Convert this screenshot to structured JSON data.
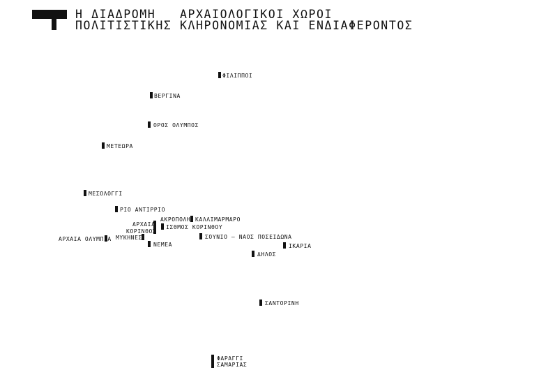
{
  "header": {
    "title_line_1": "Η ΔΙΑΔΡΟΜΗ   ΑΡΧΑΙΟΛΟΓΙΚΟΙ ΧΩΡΟΙ",
    "title_line_2": "ΠΟΛΙΤΙΣΤΙΚΗΣ ΚΛΗΡΟΝΟΜΙΑΣ ΚΑΙ ΕΝΔΙΑΦΕΡΟΝΤΟΣ"
  },
  "colors": {
    "marker": "#111111",
    "text": "#111111",
    "background": "#ffffff"
  },
  "sites": {
    "filippoi": "ΦΙΛΙΠΠΟΙ",
    "vergina": "ΒΕΡΓΙΝΑ",
    "oros_olympos": "ΟΡΟΣ ΟΛΥΜΠΟΣ",
    "meteora": "ΜΕΤΕΩΡΑ",
    "mesolongi": "ΜΕΣΟΛΟΓΓΙ",
    "rio_antirrio": "ΡΙΟ ΑΝΤΙΡΡΙΟ",
    "akropoli": "ΑΚΡΟΠΟΛΗ",
    "kallimarmaro": "ΚΑΛΛΙΜΑΡΜΑΡΟ",
    "archaia_korinthos_line_1": "ΑΡΧΑΙΑ",
    "archaia_korinthos_line_2": "ΚΟΡΙΝΘΟΣ",
    "isthmos_korinthou": "ΙΣΘΜΟΣ ΚΟΡΙΝΘΟΥ",
    "mykines": "ΜΥΚΗΝΕΣ",
    "archaia_olympia": "ΑΡΧΑΙΑ ΟΛΥΜΠΙΑ",
    "nemea": "ΝΕΜΕΑ",
    "sounio": "ΣΟΥΝΙΟ – ΝΑΟΣ ΠΟΣΕΙΔΩΝΑ",
    "ikaria": "ΙΚΑΡΙΑ",
    "dilos": "ΔΗΛΟΣ",
    "santorini": "ΣΑΝΤΟΡΙΝΗ",
    "faraggi_samarias_line_1": "ΦΑΡΑΓΓΙ",
    "faraggi_samarias_line_2": "ΣΑΜΑΡΙΑΣ"
  }
}
